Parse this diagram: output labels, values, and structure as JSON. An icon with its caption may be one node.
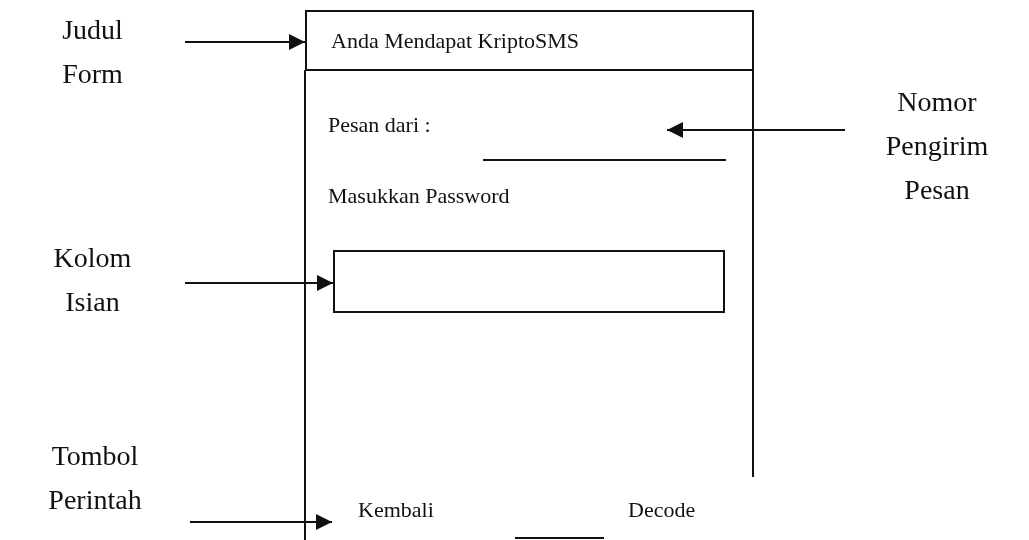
{
  "diagram": {
    "nodes": [
      {
        "text": [
          "Judul Form"
        ]
      },
      {
        "text": [
          "Anda Mendapat KriptoSMS"
        ]
      },
      {
        "text": [
          "Nomor Pengirim Pesan"
        ]
      },
      {
        "text": [
          "Kolom Isian"
        ]
      },
      {
        "text": [],
        "shape": "box"
      },
      {
        "text": [
          "Tombol Perintah"
        ]
      }
    ],
    "edges": [
      {
        "from": 0,
        "to": 1,
        "arrow": "to"
      },
      {
        "from": 2,
        "to": null,
        "arrow": "to"
      },
      {
        "from": 3,
        "to": 4,
        "arrow": "to"
      },
      {
        "from": 5,
        "to": null,
        "arrow": "to"
      }
    ],
    "labels": [
      "Pesan dari :",
      "Masukkan Password",
      "Kembali",
      "Decode"
    ]
  }
}
